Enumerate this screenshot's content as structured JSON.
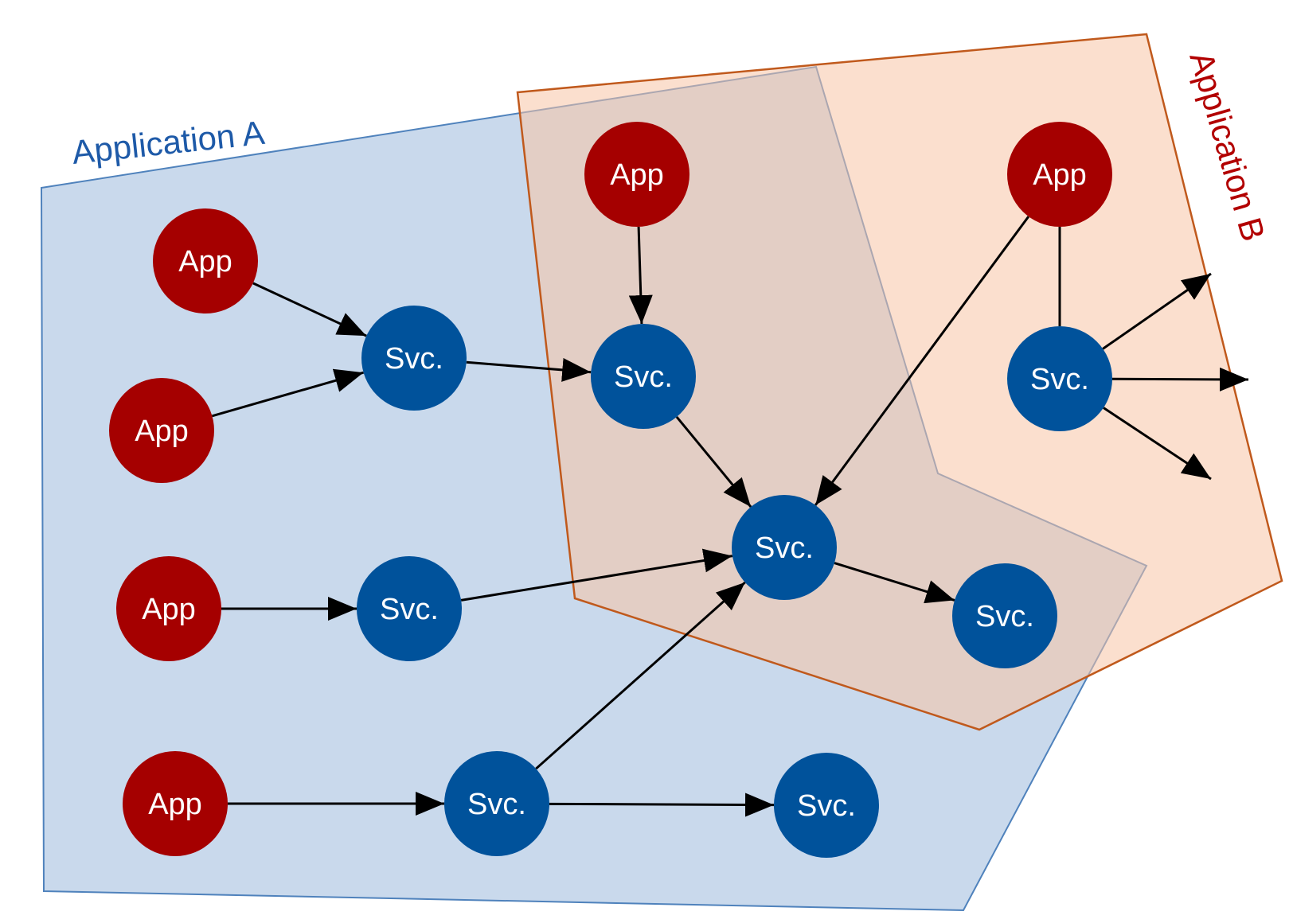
{
  "colors": {
    "app_node": "#a50000",
    "svc_node": "#00529b",
    "region_a_fill": "#c9d9ec",
    "region_a_stroke": "#4f82bc",
    "region_a_label": "#1e5aa8",
    "region_b_fill": "#f8c4a5",
    "region_b_stroke": "#c0591c",
    "region_b_label": "#b20000",
    "edge": "#000000"
  },
  "regions": [
    {
      "id": "application-a",
      "label": "Application A"
    },
    {
      "id": "application-b",
      "label": "Application B"
    }
  ],
  "nodes": [
    {
      "id": "app1",
      "kind": "app",
      "label": "App"
    },
    {
      "id": "app2",
      "kind": "app",
      "label": "App"
    },
    {
      "id": "app3",
      "kind": "app",
      "label": "App"
    },
    {
      "id": "app4",
      "kind": "app",
      "label": "App"
    },
    {
      "id": "app5",
      "kind": "app",
      "label": "App"
    },
    {
      "id": "app6",
      "kind": "app",
      "label": "App"
    },
    {
      "id": "svc1",
      "kind": "svc",
      "label": "Svc."
    },
    {
      "id": "svc2",
      "kind": "svc",
      "label": "Svc."
    },
    {
      "id": "svc3",
      "kind": "svc",
      "label": "Svc."
    },
    {
      "id": "svc4",
      "kind": "svc",
      "label": "Svc."
    },
    {
      "id": "svc5",
      "kind": "svc",
      "label": "Svc."
    },
    {
      "id": "svc6",
      "kind": "svc",
      "label": "Svc."
    },
    {
      "id": "svc7",
      "kind": "svc",
      "label": "Svc."
    },
    {
      "id": "svc8",
      "kind": "svc",
      "label": "Svc."
    }
  ],
  "edges": [
    {
      "from": "app1",
      "to": "svc1",
      "arrow": true
    },
    {
      "from": "app2",
      "to": "svc1",
      "arrow": true
    },
    {
      "from": "svc1",
      "to": "svc2",
      "arrow": true
    },
    {
      "from": "app5",
      "to": "svc2",
      "arrow": true
    },
    {
      "from": "svc2",
      "to": "svc3",
      "arrow": true
    },
    {
      "from": "app6",
      "to": "svc3",
      "arrow": true
    },
    {
      "from": "app3",
      "to": "svc4",
      "arrow": true
    },
    {
      "from": "svc4",
      "to": "svc3",
      "arrow": true
    },
    {
      "from": "svc3",
      "to": "svc5",
      "arrow": true
    },
    {
      "from": "app4",
      "to": "svc6",
      "arrow": true
    },
    {
      "from": "svc6",
      "to": "svc7",
      "arrow": true
    },
    {
      "from": "svc6",
      "to": "svc3",
      "arrow": true
    },
    {
      "from": "app6",
      "to": "svc8",
      "arrow": false
    },
    {
      "from": "svc8",
      "to": "out-up",
      "arrow": true
    },
    {
      "from": "svc8",
      "to": "out-right",
      "arrow": true
    },
    {
      "from": "svc8",
      "to": "out-down",
      "arrow": true
    }
  ]
}
